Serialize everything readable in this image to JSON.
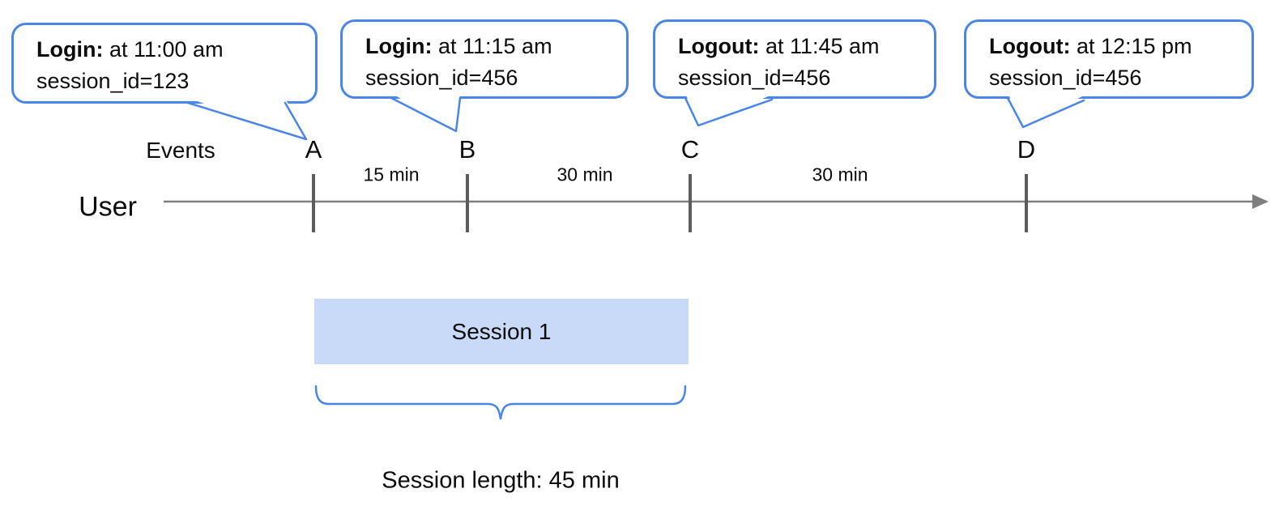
{
  "callouts": [
    {
      "event": "A",
      "title": "Login:",
      "detail": " at 11:00 am",
      "session": "session_id=123"
    },
    {
      "event": "B",
      "title": "Login:",
      "detail": " at 11:15 am",
      "session": "session_id=456"
    },
    {
      "event": "C",
      "title": "Logout:",
      "detail": " at 11:45 am",
      "session": "session_id=456"
    },
    {
      "event": "D",
      "title": "Logout:",
      "detail": " at 12:15 pm",
      "session": "session_id=456"
    }
  ],
  "timeline": {
    "events_label": "Events",
    "user_label": "User",
    "event_markers": [
      "A",
      "B",
      "C",
      "D"
    ],
    "intervals": [
      {
        "from": "A",
        "to": "B",
        "label": "15 min"
      },
      {
        "from": "B",
        "to": "C",
        "label": "30 min"
      },
      {
        "from": "C",
        "to": "D",
        "label": "30 min"
      }
    ]
  },
  "session": {
    "box_label": "Session 1",
    "length_label": "Session length: 45 min"
  },
  "colors": {
    "accent_blue": "#4a86e8",
    "session_fill": "#c9daf8",
    "axis_gray": "#7f7f7f",
    "tick_gray": "#5c5c5c"
  }
}
